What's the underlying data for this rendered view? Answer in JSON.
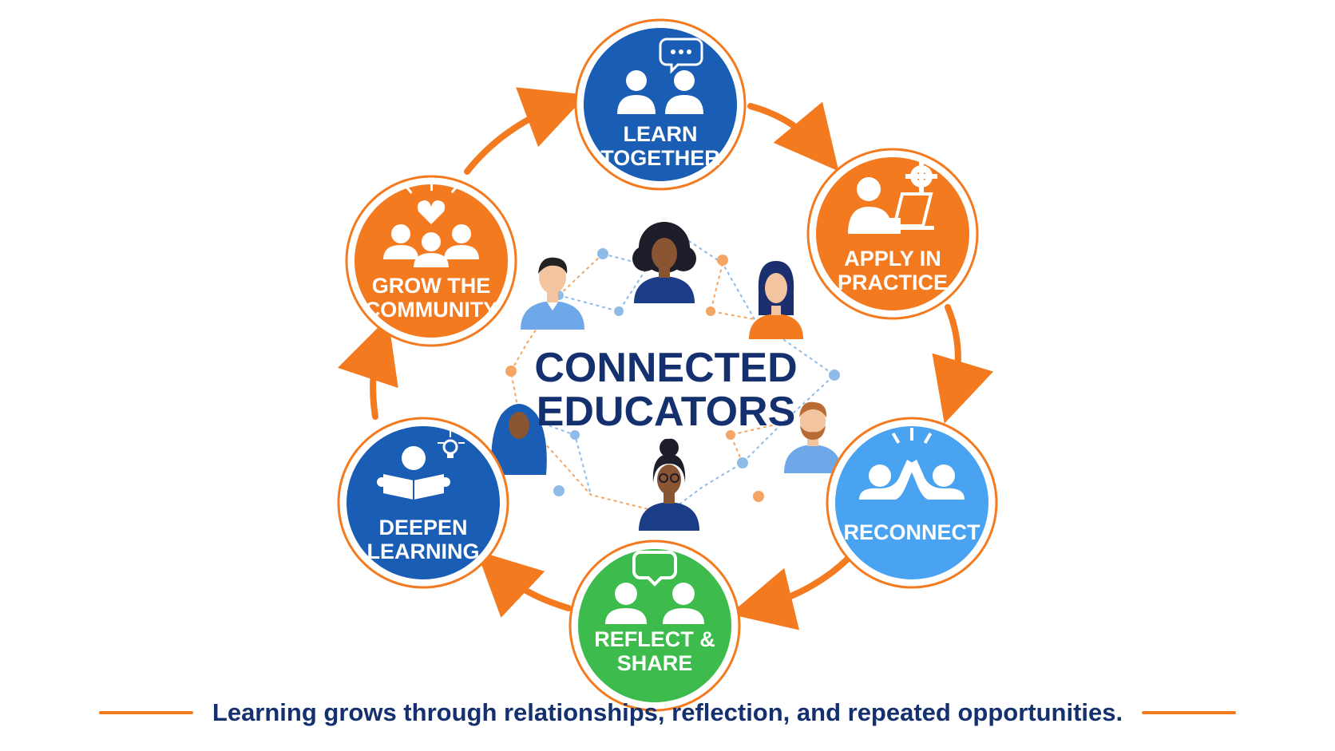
{
  "center": {
    "line1": "CONNECTED",
    "line2": "EDUCATORS"
  },
  "stages": [
    {
      "id": "learn-together",
      "line1": "LEARN",
      "line2": "TOGETHER",
      "color": "#1a5db5",
      "icon": "chat-people-icon"
    },
    {
      "id": "apply-in-practice",
      "line1": "APPLY IN",
      "line2": "PRACTICE",
      "color": "#f47a20",
      "icon": "laptop-gear-icon"
    },
    {
      "id": "reconnect",
      "line1": "RECONNECT",
      "line2": "",
      "color": "#4aa3f0",
      "icon": "high-five-icon"
    },
    {
      "id": "reflect-share",
      "line1": "REFLECT &",
      "line2": "SHARE",
      "color": "#3dbb4c",
      "icon": "heart-chat-people-icon"
    },
    {
      "id": "deepen-learning",
      "line1": "DEEPEN",
      "line2": "LEARNING",
      "color": "#1a5db5",
      "icon": "reading-lightbulb-icon"
    },
    {
      "id": "grow-community",
      "line1": "GROW THE",
      "line2": "COMMUNITY",
      "color": "#f47a20",
      "icon": "heart-group-icon"
    }
  ],
  "colors": {
    "orange": "#f47a20",
    "navy": "#14306e",
    "blue": "#1a5db5",
    "light_blue": "#4aa3f0",
    "green": "#3dbb4c"
  },
  "footer": {
    "text": "Learning grows through relationships, reflection, and repeated opportunities."
  }
}
